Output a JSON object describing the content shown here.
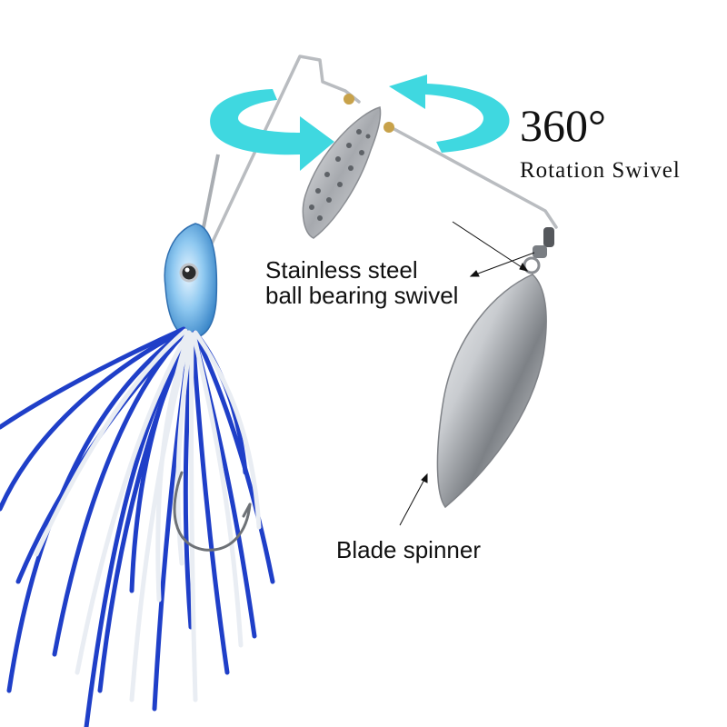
{
  "labels": {
    "rotation_degrees": "360°",
    "rotation_caption": "Rotation Swivel",
    "swivel_line1": "Stainless steel",
    "swivel_line2": "ball bearing swivel",
    "blade_caption": "Blade spinner"
  },
  "colors": {
    "rotation_arrow": "#3fd8e0",
    "skirt_blue": "#1f3fc8",
    "skirt_white": "#f2f4f8",
    "head_blue": "#8ec8f0",
    "wire": "#b9bcc0",
    "blade_silver": "#c9ccd0",
    "bead_gold": "#c8a24a",
    "text": "#111111"
  }
}
